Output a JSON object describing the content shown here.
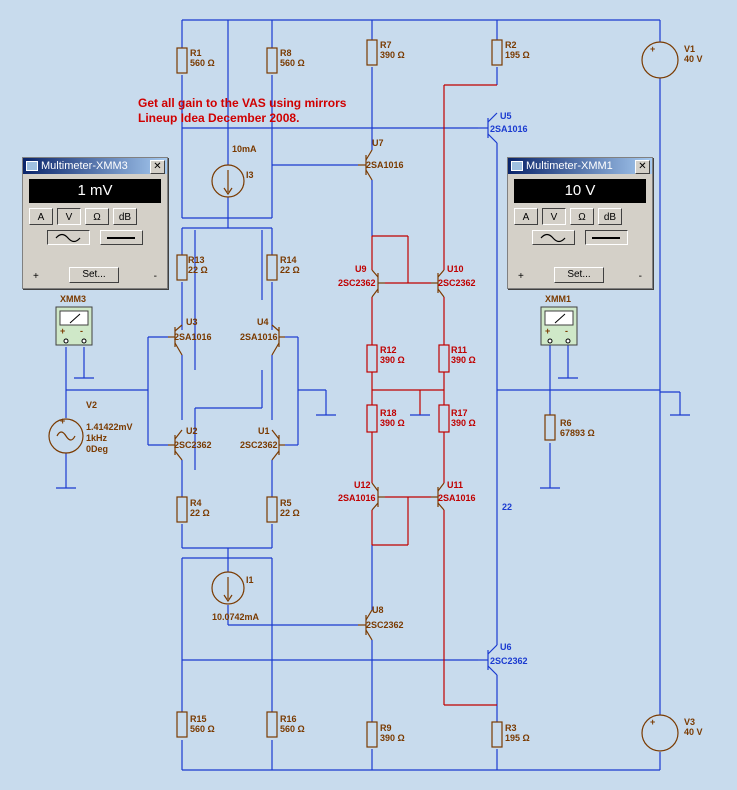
{
  "title_lines": [
    "Get all gain to the VAS using mirrors",
    "Lineup Idea December 2008."
  ],
  "components": {
    "R1": {
      "ref": "R1",
      "value": "560 Ω"
    },
    "R8": {
      "ref": "R8",
      "value": "560 Ω"
    },
    "R7": {
      "ref": "R7",
      "value": "390 Ω"
    },
    "R2": {
      "ref": "R2",
      "value": "195 Ω"
    },
    "R13": {
      "ref": "R13",
      "value": "22 Ω"
    },
    "R14": {
      "ref": "R14",
      "value": "22 Ω"
    },
    "R12": {
      "ref": "R12",
      "value": "390 Ω"
    },
    "R11": {
      "ref": "R11",
      "value": "390 Ω"
    },
    "R18": {
      "ref": "R18",
      "value": "390 Ω"
    },
    "R17": {
      "ref": "R17",
      "value": "390 Ω"
    },
    "R4": {
      "ref": "R4",
      "value": "22 Ω"
    },
    "R5": {
      "ref": "R5",
      "value": "22 Ω"
    },
    "R6": {
      "ref": "R6",
      "value": "67893 Ω"
    },
    "R15": {
      "ref": "R15",
      "value": "560 Ω"
    },
    "R16": {
      "ref": "R16",
      "value": "560 Ω"
    },
    "R9": {
      "ref": "R9",
      "value": "390 Ω"
    },
    "R3": {
      "ref": "R3",
      "value": "195 Ω"
    },
    "U5": {
      "ref": "U5",
      "value": "2SA1016"
    },
    "U7": {
      "ref": "U7",
      "value": "2SA1016"
    },
    "U9": {
      "ref": "U9",
      "value": "2SC2362"
    },
    "U10": {
      "ref": "U10",
      "value": "2SC2362"
    },
    "U3": {
      "ref": "U3",
      "value": "2SA1016"
    },
    "U4": {
      "ref": "U4",
      "value": "2SA1016"
    },
    "U2": {
      "ref": "U2",
      "value": "2SC2362"
    },
    "U1": {
      "ref": "U1",
      "value": "2SC2362"
    },
    "U12": {
      "ref": "U12",
      "value": "2SA1016"
    },
    "U11": {
      "ref": "U11",
      "value": "2SA1016"
    },
    "U8": {
      "ref": "U8",
      "value": "2SC2362"
    },
    "U6": {
      "ref": "U6",
      "value": "2SC2362"
    },
    "I3": {
      "ref": "I3",
      "value": "10mA"
    },
    "I1": {
      "ref": "I1",
      "value": "10.0742mA"
    },
    "V1": {
      "ref": "V1",
      "value": "40 V"
    },
    "V3": {
      "ref": "V3",
      "value": "40 V"
    },
    "V2": {
      "ref": "V2",
      "lines": [
        "1.41422mV",
        "1kHz",
        "0Deg"
      ]
    },
    "XMM3": {
      "ref": "XMM3"
    },
    "XMM1": {
      "ref": "XMM1"
    }
  },
  "net_label": "22",
  "multimeters": {
    "xmm3": {
      "title": "Multimeter-XMM3",
      "reading": "1 mV",
      "buttons": [
        "A",
        "V",
        "Ω",
        "dB"
      ],
      "active": "V",
      "set_label": "Set...",
      "plus": "+",
      "minus": "-"
    },
    "xmm1": {
      "title": "Multimeter-XMM1",
      "reading": "10 V",
      "buttons": [
        "A",
        "V",
        "Ω",
        "dB"
      ],
      "active": "V",
      "set_label": "Set...",
      "plus": "+",
      "minus": "-"
    }
  },
  "colors": {
    "wire": "#1a3ad0",
    "wire_red": "#c00000",
    "component": "#7a3a00",
    "note": "#d00000",
    "background": "#c8dbed"
  }
}
